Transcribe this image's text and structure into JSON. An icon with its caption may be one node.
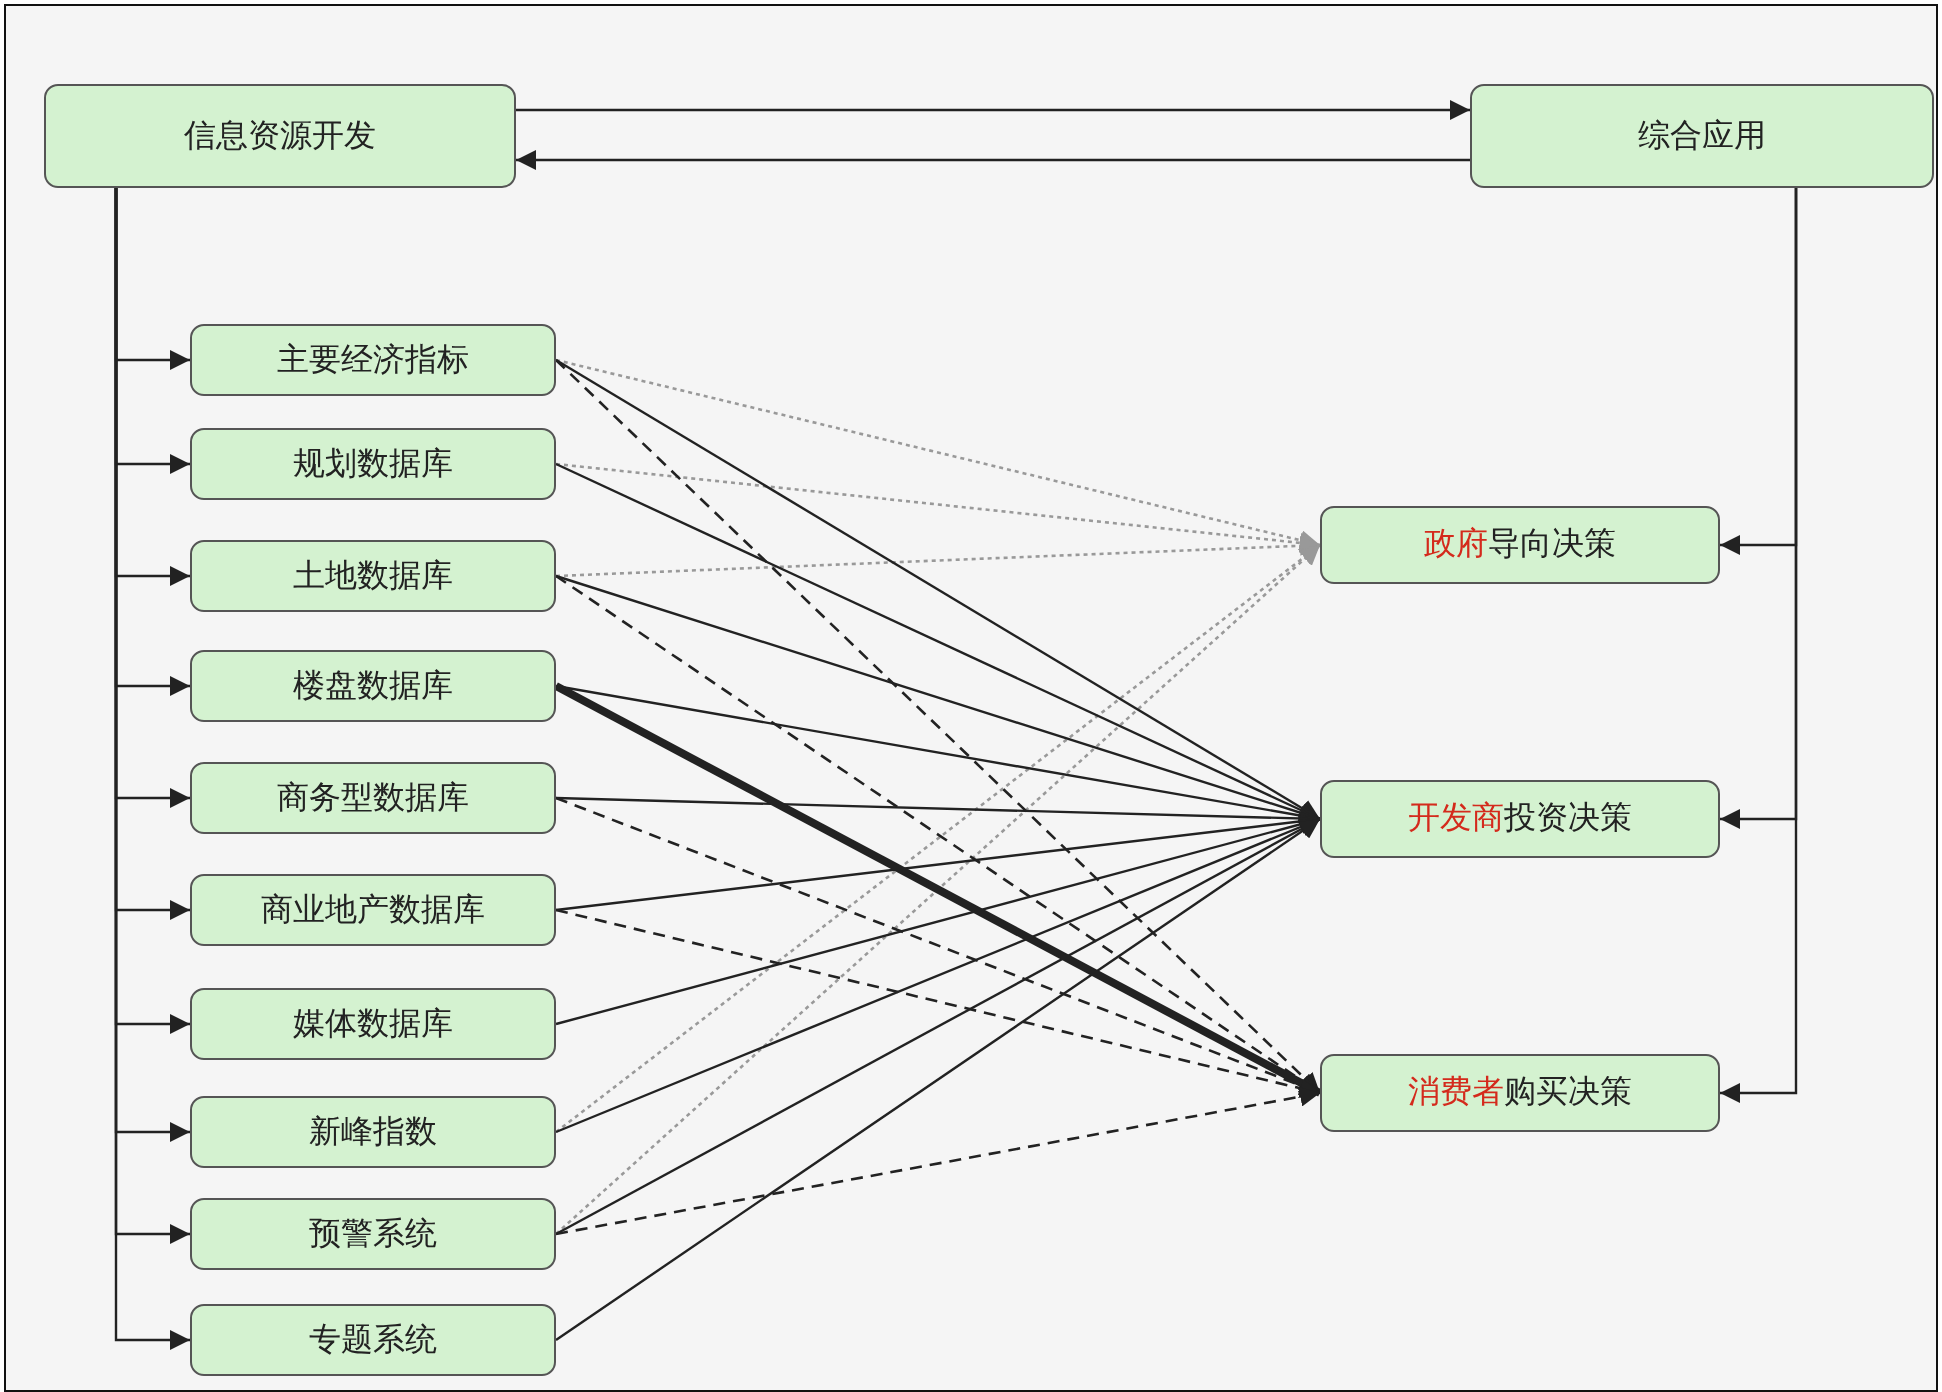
{
  "diagram": {
    "nodes": [
      {
        "text": [
          "信息资源开发"
        ]
      },
      {
        "text": [
          "综合应用"
        ]
      },
      {
        "text": [
          "主要经济指标"
        ]
      },
      {
        "text": [
          "规划数据库"
        ]
      },
      {
        "text": [
          "土地数据库"
        ]
      },
      {
        "text": [
          "楼盘数据库"
        ]
      },
      {
        "text": [
          "商务型数据库"
        ]
      },
      {
        "text": [
          "商业地产数据库"
        ]
      },
      {
        "text": [
          "媒体数据库"
        ]
      },
      {
        "text": [
          "新峰指数"
        ]
      },
      {
        "text": [
          "预警系统"
        ]
      },
      {
        "text": [
          "专题系统"
        ]
      },
      {
        "text": [
          "政府",
          "导向决策"
        ]
      },
      {
        "text": [
          "开发商",
          "投资决策"
        ]
      },
      {
        "text": [
          "消费者",
          "购买决策"
        ]
      }
    ],
    "edges": [
      {
        "from": 0,
        "to": 1,
        "arrow": "to"
      },
      {
        "from": 1,
        "to": 0,
        "arrow": "to"
      },
      {
        "from": 0,
        "to": 2,
        "arrow": "to"
      },
      {
        "from": 0,
        "to": 3,
        "arrow": "to"
      },
      {
        "from": 0,
        "to": 4,
        "arrow": "to"
      },
      {
        "from": 0,
        "to": 5,
        "arrow": "to"
      },
      {
        "from": 0,
        "to": 6,
        "arrow": "to"
      },
      {
        "from": 0,
        "to": 7,
        "arrow": "to"
      },
      {
        "from": 0,
        "to": 8,
        "arrow": "to"
      },
      {
        "from": 0,
        "to": 9,
        "arrow": "to"
      },
      {
        "from": 0,
        "to": 10,
        "arrow": "to"
      },
      {
        "from": 0,
        "to": 11,
        "arrow": "to"
      },
      {
        "from": 1,
        "to": 12,
        "arrow": "to"
      },
      {
        "from": 1,
        "to": 13,
        "arrow": "to"
      },
      {
        "from": 1,
        "to": 14,
        "arrow": "to"
      },
      {
        "from": 2,
        "to": 12,
        "arrow": "to",
        "style": "dashed",
        "color": "#999999"
      },
      {
        "from": 3,
        "to": 12,
        "arrow": "to",
        "style": "dashed",
        "color": "#999999"
      },
      {
        "from": 4,
        "to": 12,
        "arrow": "to",
        "style": "dashed",
        "color": "#999999"
      },
      {
        "from": 9,
        "to": 12,
        "arrow": "to",
        "style": "dashed",
        "color": "#999999"
      },
      {
        "from": 10,
        "to": 12,
        "arrow": "to",
        "style": "dashed",
        "color": "#999999"
      },
      {
        "from": 2,
        "to": 13,
        "arrow": "to"
      },
      {
        "from": 3,
        "to": 13,
        "arrow": "to"
      },
      {
        "from": 4,
        "to": 13,
        "arrow": "to"
      },
      {
        "from": 5,
        "to": 13,
        "arrow": "to"
      },
      {
        "from": 6,
        "to": 13,
        "arrow": "to"
      },
      {
        "from": 7,
        "to": 13,
        "arrow": "to"
      },
      {
        "from": 8,
        "to": 13,
        "arrow": "to"
      },
      {
        "from": 9,
        "to": 13,
        "arrow": "to"
      },
      {
        "from": 10,
        "to": 13,
        "arrow": "to"
      },
      {
        "from": 11,
        "to": 13,
        "arrow": "to"
      },
      {
        "from": 2,
        "to": 14,
        "arrow": "to",
        "style": "dashed"
      },
      {
        "from": 4,
        "to": 14,
        "arrow": "to",
        "style": "dashed"
      },
      {
        "from": 5,
        "to": 14,
        "arrow": "to",
        "style": "thick"
      },
      {
        "from": 6,
        "to": 14,
        "arrow": "to",
        "style": "dashed"
      },
      {
        "from": 7,
        "to": 14,
        "arrow": "to",
        "style": "dashed"
      },
      {
        "from": 10,
        "to": 14,
        "arrow": "to",
        "style": "dashed"
      }
    ]
  }
}
